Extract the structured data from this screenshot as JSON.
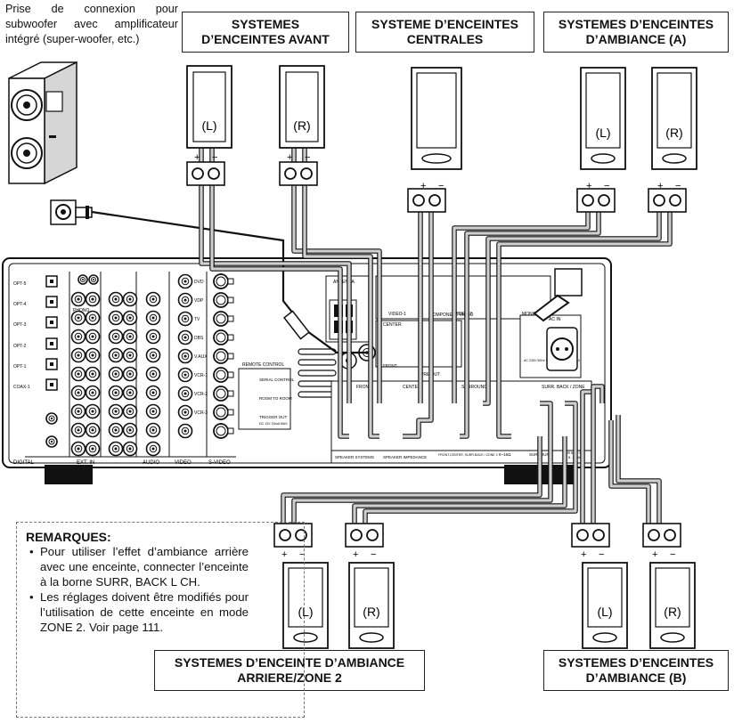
{
  "subwoofer_note": "Prise de connexion pour subwoofer avec amplificateur intégré (super-woofer, etc.)",
  "titles": {
    "front": "SYSTEMES\nD’ENCEINTES AVANT",
    "center": "SYSTEME D’ENCEINTES\nCENTRALES",
    "surround_a": "SYSTEMES D’ENCEINTES\nD’AMBIANCE (A)",
    "surround_back": "SYSTEMES D’ENCEINTE D’AMBIANCE\nARRIERE/ZONE 2",
    "surround_b": "SYSTEMES D’ENCEINTES\nD’AMBIANCE (B)"
  },
  "speaker_labels": {
    "left": "(L)",
    "right": "(R)"
  },
  "terminal_signs": {
    "plus": "+",
    "minus": "−"
  },
  "remarks": {
    "heading": "REMARQUES:",
    "items": [
      "Pour utiliser l’effet d’ambiance arrière avec une enceinte, connecter l’enceinte à la borne SURR, BACK L CH.",
      "Les réglages doivent être modifiés pour l’utilisation de cette enceinte en mode ZONE 2. Voir page 111."
    ]
  },
  "panel": {
    "digital": "DIGITAL",
    "ext_in": "EXT. IN",
    "audio": "AUDIO",
    "video": "VIDEO",
    "s_video": "S-VIDEO",
    "phono": "PHONO",
    "antenna": "ANTENNA",
    "component_video": "COMPONENT VIDEO",
    "video1": "VIDEO-1",
    "video2": "VIDEO-2",
    "monitor": "MONITOR",
    "center": "CENTER",
    "sub_woofer": "SUB WOOFER",
    "surround": "SURROUND",
    "surr_back_zone": "SURR. BACK / ZONE",
    "zone2": "ZONE 2",
    "front": "FRONT",
    "pre_out": "PRE OUT",
    "remote_control": "REMOTE CONTROL",
    "serial_control": "SERIAL CONTROL",
    "room_to_room": "ROOM TO ROOM",
    "trigger_out": "TRIGGER OUT",
    "trigger_spec": "DC 12V 20mA MAX.",
    "speaker_systems": "SPEAKER SYSTEMS",
    "speaker_impedance": "SPEAKER IMPEDANCE",
    "front_center_sb": "FRONT,CENTER, SURR.BACK / ZONE 2",
    "ohm": "6~16Ω",
    "surround_imp": "SURROUND",
    "a_or_b": "A OR B : 6~16Ω",
    "a_b": "A + B : 8~16Ω",
    "ac_in": "AC IN",
    "switched": "AC 230V 50Hz SWITCHED 200W MAX.",
    "video_in_labels": [
      "DVD",
      "VDP",
      "TV",
      "DBS",
      "V.AUX",
      "VCR-1",
      "VCR-2",
      "VCR-3"
    ],
    "opt_labels": [
      "OPT-5",
      "OPT-4",
      "OPT-3",
      "OPT-2",
      "OPT-1",
      "COAX-1"
    ]
  }
}
